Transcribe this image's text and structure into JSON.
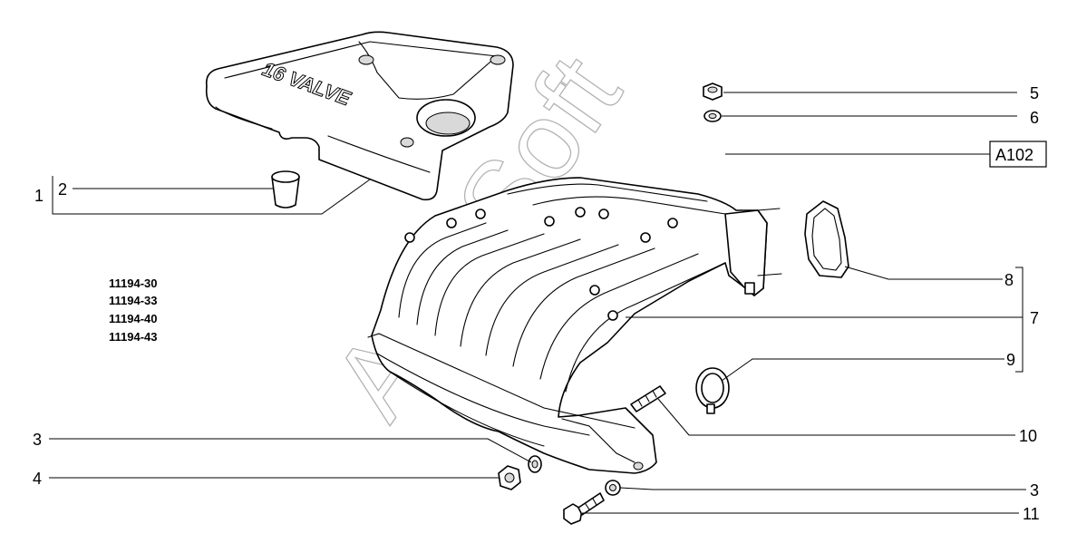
{
  "callouts": {
    "c1": "1",
    "c2": "2",
    "c3a": "3",
    "c3b": "3",
    "c4": "4",
    "c5": "5",
    "c6": "6",
    "c7": "7",
    "c8": "8",
    "c9": "9",
    "c10": "10",
    "c11": "11",
    "ref": "A102"
  },
  "cover_lettering": "16 VALVE",
  "model_codes": [
    "11194-30",
    "11194-33",
    "11194-40",
    "11194-43"
  ],
  "watermark": "AvtoSoft"
}
